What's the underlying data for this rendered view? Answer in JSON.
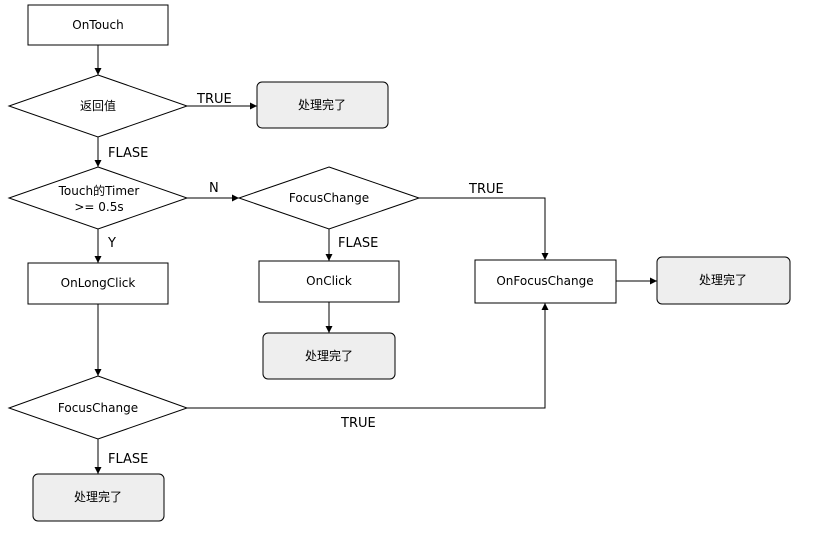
{
  "nodes": {
    "ontouch": "OnTouch",
    "return_value": "返回值",
    "done_1": "处理完了",
    "touch_timer_line1": "Touch的Timer",
    "touch_timer_line2": ">= 0.5s",
    "focus_change_1": "FocusChange",
    "onclick": "OnClick",
    "done_2": "处理完了",
    "on_focus_change": "OnFocusChange",
    "done_3": "处理完了",
    "on_long_click": "OnLongClick",
    "focus_change_2": "FocusChange",
    "done_4": "处理完了"
  },
  "edges": {
    "return_true": "TRUE",
    "return_false": "FLASE",
    "timer_no": "N",
    "timer_yes": "Y",
    "fc1_true": "TRUE",
    "fc1_false": "FLASE",
    "fc2_true": "TRUE",
    "fc2_false": "FLASE"
  }
}
